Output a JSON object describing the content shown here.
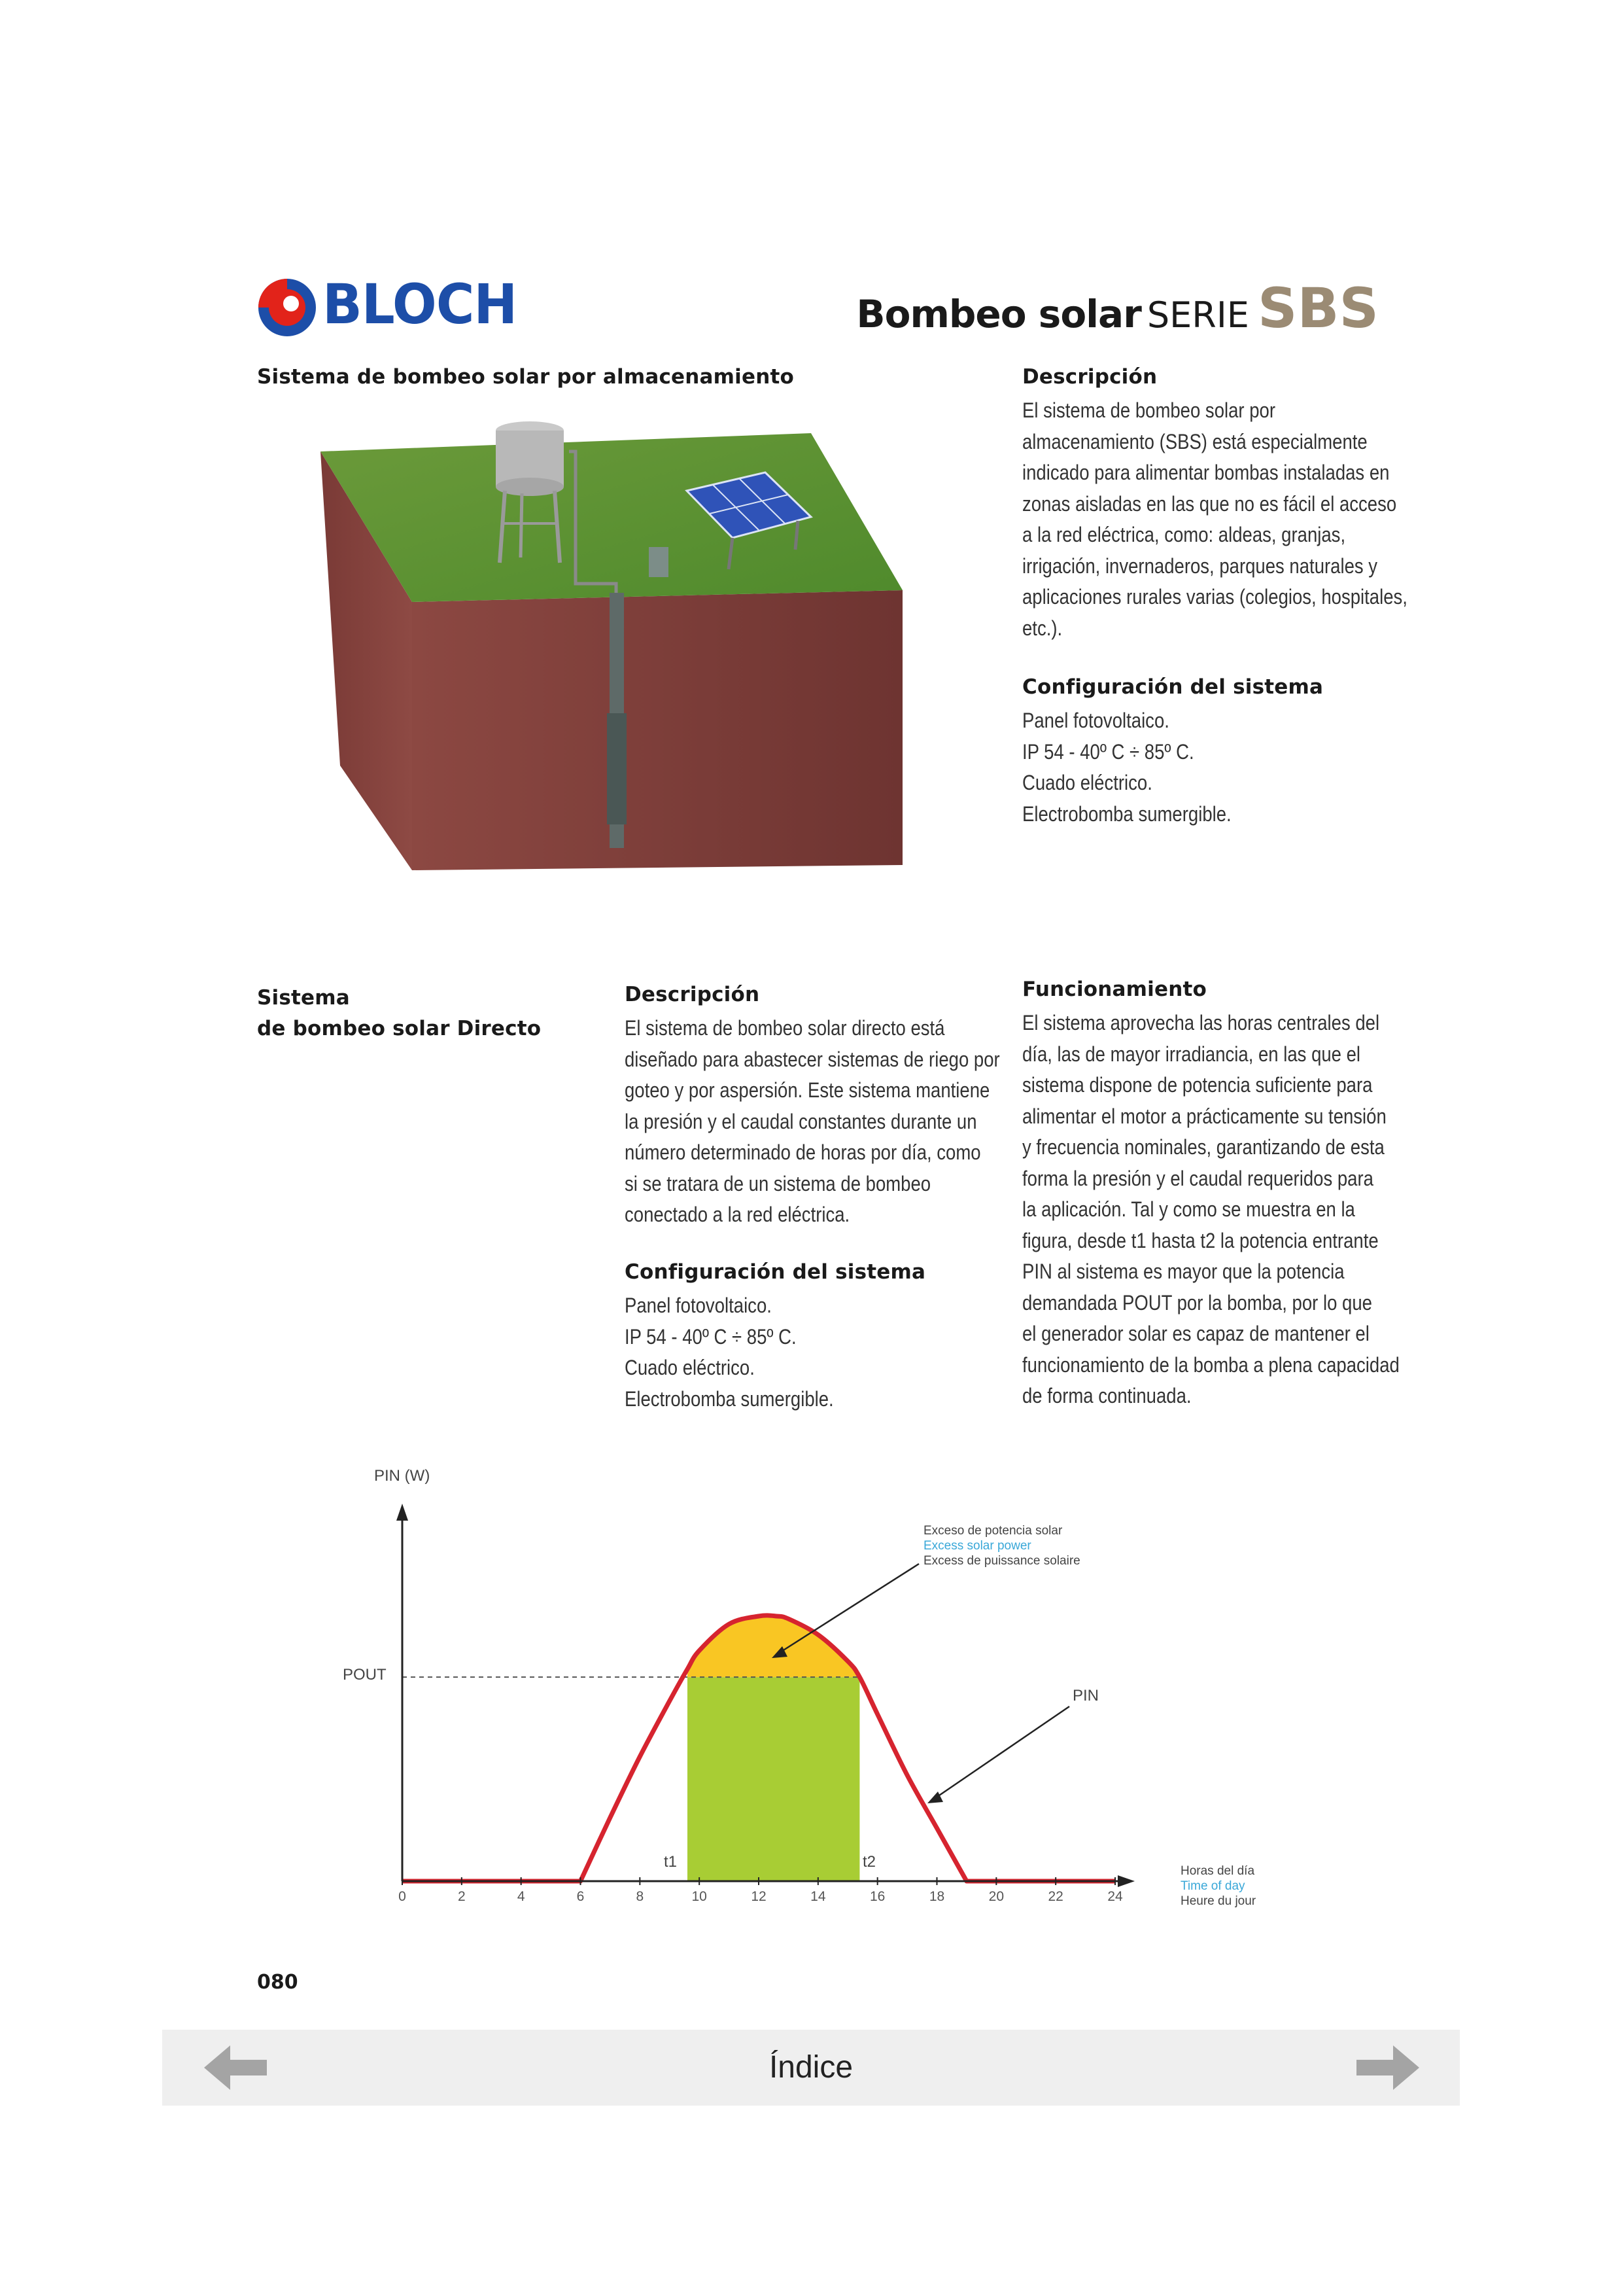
{
  "brand": {
    "logo_text": "BLOCH"
  },
  "page_title": {
    "main": "Bombeo solar",
    "serie": "SERIE",
    "code": "SBS"
  },
  "section1": {
    "heading": "Sistema de bombeo solar por almacenamiento",
    "desc_heading": "Descripción",
    "desc_lines": [
      "El sistema de bombeo solar por",
      "almacenamiento (SBS) está especialmente",
      "indicado para alimentar bombas instaladas en",
      "zonas aisladas en las que no es fácil el acceso",
      "a la red eléctrica, como: aldeas, granjas,",
      "irrigación, invernaderos, parques naturales y",
      "aplicaciones rurales varias (colegios, hospitales,",
      "etc.)."
    ],
    "config_heading": "Configuración del sistema",
    "config_lines": [
      "Panel fotovoltaico.",
      "IP 54 - 40º C ÷ 85º C.",
      "Cuado eléctrico.",
      "Electrobomba sumergible."
    ]
  },
  "section2": {
    "heading_line1": "Sistema",
    "heading_line2": "de bombeo solar Directo",
    "desc_heading": "Descripción",
    "desc_lines": [
      "El sistema de bombeo solar directo está",
      "diseñado para abastecer sistemas de riego por",
      "goteo y por aspersión. Este sistema mantiene",
      "la presión y el caudal constantes durante un",
      "número determinado de horas por día, como",
      "si se tratara de un sistema de bombeo",
      "conectado a la red eléctrica."
    ],
    "config_heading": "Configuración del sistema",
    "config_lines": [
      "Panel fotovoltaico.",
      "IP 54 - 40º C ÷ 85º C.",
      "Cuado eléctrico.",
      "Electrobomba sumergible."
    ],
    "func_heading": "Funcionamiento",
    "func_lines": [
      "El sistema aprovecha las horas centrales del",
      "día, las de mayor irradiancia, en las que el",
      "sistema dispone de potencia suficiente para",
      "alimentar el motor a prácticamente su tensión",
      "y frecuencia nominales, garantizando de esta",
      "forma la presión y el caudal requeridos para",
      "la aplicación. Tal y como se muestra en la",
      "figura, desde t1 hasta t2 la potencia entrante",
      "PIN al sistema es mayor que la potencia",
      "demandada POUT por la bomba, por lo que",
      "el generador solar es capaz de mantener el",
      "funcionamiento de la bomba a plena capacidad",
      "de forma continuada."
    ]
  },
  "chart_data": {
    "type": "area",
    "ylabel": "PIN (W)",
    "xlabel_lines": [
      "Horas del día",
      "Time of day",
      "Heure du jour"
    ],
    "x_ticks": [
      0,
      2,
      4,
      6,
      8,
      10,
      12,
      14,
      16,
      18,
      20,
      22,
      24
    ],
    "xlim": [
      0,
      24
    ],
    "ylim": [
      0,
      1
    ],
    "series": [
      {
        "name": "PIN",
        "x": [
          0,
          6,
          7,
          8,
          9,
          9.6,
          10,
          11,
          12,
          12.6,
          13,
          14,
          15,
          15.4,
          16,
          17,
          18,
          19,
          24
        ],
        "y": [
          0,
          0,
          0.24,
          0.47,
          0.68,
          0.8,
          0.87,
          0.97,
          1.0,
          1.0,
          0.99,
          0.93,
          0.83,
          0.77,
          0.63,
          0.4,
          0.2,
          0,
          0
        ]
      }
    ],
    "pout_label": "POUT",
    "pout_level": 0.77,
    "t1_label": "t1",
    "t2_label": "t2",
    "t1": 9.6,
    "t2": 15.4,
    "annotation_excess": [
      "Exceso de potencia solar",
      "Excess solar power",
      "Excess de puissance solaire"
    ],
    "pin_label": "PIN",
    "colors": {
      "curve": "#d6242f",
      "excess": "#f9c623",
      "useful": "#a8cd34",
      "axis": "#222222",
      "accent_text": "#3aa8d8"
    }
  },
  "footer": {
    "page_number": "080",
    "index_label": "Índice"
  },
  "colors": {
    "brand_blue": "#1d4ea8",
    "brand_red": "#e2231a",
    "sbs_tan": "#9b8b74"
  }
}
